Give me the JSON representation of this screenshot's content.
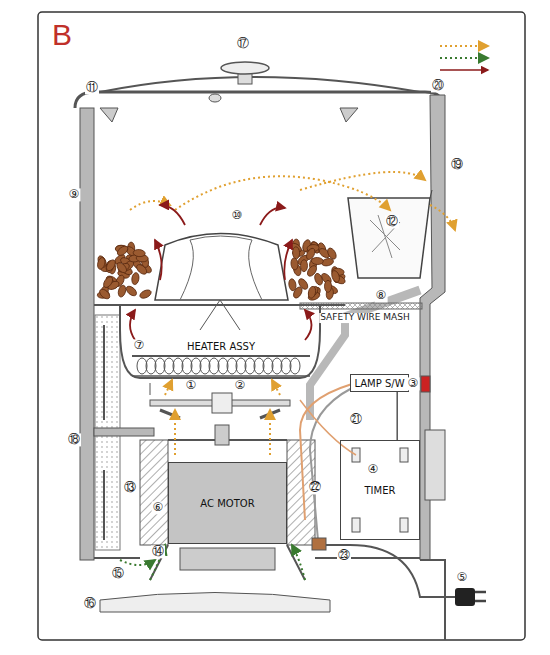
{
  "diagram": {
    "nodes": [
      {
        "text": [
          "HEATER ASSY"
        ]
      },
      {
        "text": [
          "LAMP S/W"
        ]
      },
      {
        "text": [
          "TIMER"
        ]
      },
      {
        "text": [
          "AC MOTOR"
        ]
      }
    ],
    "edges": [
      {
        "from": 1,
        "to": 2,
        "arrow": "none"
      }
    ],
    "labels": [
      "B",
      "⑰",
      "⑪",
      "⑳",
      "⑲",
      "⑨",
      "⑩",
      "⑫",
      "⑧",
      "SAFETY WIRE MASH",
      "⑦",
      "①",
      "②",
      "③",
      "⑱",
      "④",
      "⑬",
      "⑥",
      "㉑",
      "㉒",
      "㉓",
      "⑭",
      "⑮",
      "⑯",
      "⑤"
    ]
  }
}
